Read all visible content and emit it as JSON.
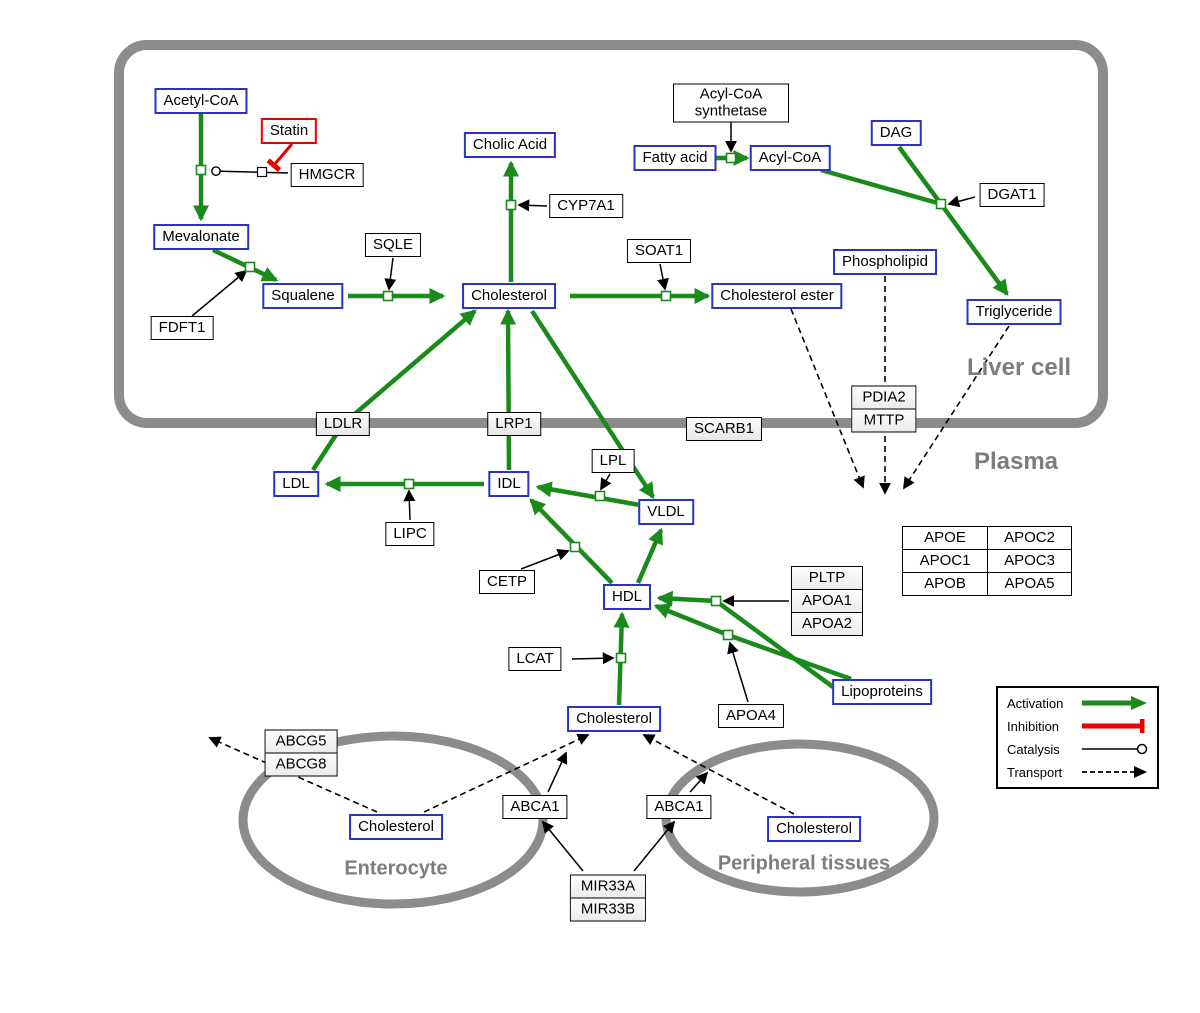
{
  "compartments": {
    "liver": {
      "label": "Liver cell"
    },
    "plasma": {
      "label": "Plasma"
    },
    "enterocyte": {
      "label": "Enterocyte"
    },
    "peripheral": {
      "label": "Peripheral tissues"
    }
  },
  "nodes": {
    "acetyl_coa": {
      "label": "Acetyl-CoA",
      "type": "metabolite"
    },
    "statin": {
      "label": "Statin",
      "type": "drug"
    },
    "hmgcr": {
      "label": "HMGCR",
      "type": "gene"
    },
    "mevalonate": {
      "label": "Mevalonate",
      "type": "metabolite"
    },
    "fdft1": {
      "label": "FDFT1",
      "type": "gene"
    },
    "squalene": {
      "label": "Squalene",
      "type": "metabolite"
    },
    "sqle": {
      "label": "SQLE",
      "type": "gene"
    },
    "cholesterol_liver": {
      "label": "Cholesterol",
      "type": "metabolite"
    },
    "cholic_acid": {
      "label": "Cholic Acid",
      "type": "metabolite"
    },
    "cyp7a1": {
      "label": "CYP7A1",
      "type": "gene"
    },
    "soat1": {
      "label": "SOAT1",
      "type": "gene"
    },
    "cholesterol_ester": {
      "label": "Cholesterol ester",
      "type": "metabolite"
    },
    "acyl_coa_synthetase": {
      "label": "Acyl-CoA synthetase",
      "type": "gene"
    },
    "fatty_acid": {
      "label": "Fatty acid",
      "type": "metabolite"
    },
    "acyl_coa": {
      "label": "Acyl-CoA",
      "type": "metabolite"
    },
    "dag": {
      "label": "DAG",
      "type": "metabolite"
    },
    "dgat1": {
      "label": "DGAT1",
      "type": "gene"
    },
    "phospholipid": {
      "label": "Phospholipid",
      "type": "metabolite"
    },
    "triglyceride": {
      "label": "Triglyceride",
      "type": "metabolite"
    },
    "ldlr": {
      "label": "LDLR",
      "type": "gene"
    },
    "lrp1": {
      "label": "LRP1",
      "type": "gene"
    },
    "scarb1": {
      "label": "SCARB1",
      "type": "gene"
    },
    "pdia2_mttp": {
      "rows": [
        "PDIA2",
        "MTTP"
      ],
      "type": "gene-group"
    },
    "ldl": {
      "label": "LDL",
      "type": "metabolite"
    },
    "idl": {
      "label": "IDL",
      "type": "metabolite"
    },
    "lipc": {
      "label": "LIPC",
      "type": "gene"
    },
    "lpl": {
      "label": "LPL",
      "type": "gene"
    },
    "vldl": {
      "label": "VLDL",
      "type": "metabolite"
    },
    "cetp": {
      "label": "CETP",
      "type": "gene"
    },
    "hdl": {
      "label": "HDL",
      "type": "metabolite"
    },
    "lcat": {
      "label": "LCAT",
      "type": "gene"
    },
    "pltp_group": {
      "rows": [
        "PLTP",
        "APOA1",
        "APOA2"
      ],
      "type": "gene-group"
    },
    "apoa4": {
      "label": "APOA4",
      "type": "gene"
    },
    "lipoproteins": {
      "label": "Lipoproteins",
      "type": "metabolite"
    },
    "cholesterol_plasma": {
      "label": "Cholesterol",
      "type": "metabolite"
    },
    "apo_table": {
      "rows": [
        [
          "APOE",
          "APOC2"
        ],
        [
          "APOC1",
          "APOC3"
        ],
        [
          "APOB",
          "APOA5"
        ]
      ],
      "type": "gene-group"
    },
    "abcg_group": {
      "rows": [
        "ABCG5",
        "ABCG8"
      ],
      "type": "gene-group"
    },
    "cholesterol_enterocyte": {
      "label": "Cholesterol",
      "type": "metabolite"
    },
    "abca1_enterocyte": {
      "label": "ABCA1",
      "type": "gene"
    },
    "abca1_peripheral": {
      "label": "ABCA1",
      "type": "gene"
    },
    "cholesterol_peripheral": {
      "label": "Cholesterol",
      "type": "metabolite"
    },
    "mir33_group": {
      "rows": [
        "MIR33A",
        "MIR33B"
      ],
      "type": "gene-group"
    }
  },
  "legend": {
    "items": [
      {
        "label": "Activation",
        "style": "activation"
      },
      {
        "label": "Inhibition",
        "style": "inhibition"
      },
      {
        "label": "Catalysis",
        "style": "catalysis"
      },
      {
        "label": "Transport",
        "style": "transport"
      }
    ]
  },
  "colors": {
    "activation": "#1a8a1a",
    "inhibition": "#e80000",
    "metabolite_border": "#2a34c0",
    "compartment_outline": "#8c8c8c",
    "compartment_label": "#7d7d7d"
  }
}
